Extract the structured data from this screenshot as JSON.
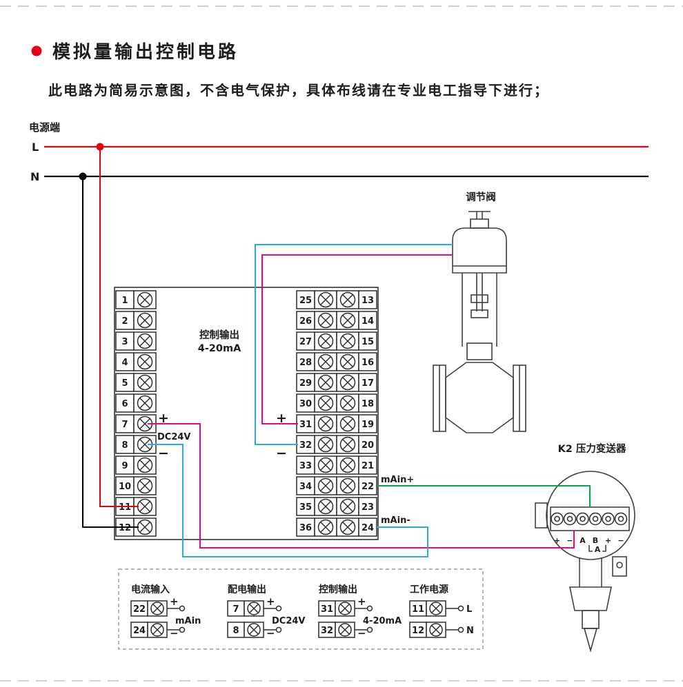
{
  "header": {
    "title": "模拟量输出控制电路",
    "subtitle": "此电路为简易示意图，不含电气保护，具体布线请在专业电工指导下进行；"
  },
  "power": {
    "section_label": "电源端",
    "live_label": "L",
    "neutral_label": "N"
  },
  "controller": {
    "left_terminals": [
      "1",
      "2",
      "3",
      "4",
      "5",
      "6",
      "7",
      "8",
      "9",
      "10",
      "11",
      "12"
    ],
    "middle_terminals": [
      "25",
      "26",
      "27",
      "28",
      "29",
      "30",
      "31",
      "32",
      "33",
      "34",
      "35",
      "36"
    ],
    "right_terminals": [
      "13",
      "14",
      "15",
      "16",
      "17",
      "18",
      "19",
      "20",
      "21",
      "22",
      "23",
      "24"
    ],
    "control_output_line1": "控制输出",
    "control_output_line2": "4-20mA",
    "dc_plus": "+",
    "dc_label": "DC24V",
    "dc_minus": "−",
    "out_plus": "+",
    "out_minus": "−",
    "main_in_plus": "mAin+",
    "main_in_minus": "mAin-"
  },
  "valve": {
    "label": "调节阀"
  },
  "transmitter": {
    "label": "K2 压力变送器",
    "terminal_labels": [
      "+",
      "−",
      "A",
      "B",
      "+",
      "−"
    ],
    "sub_label": "A"
  },
  "legend": {
    "groups": [
      {
        "title": "电流输入",
        "terminals": [
          "22",
          "24"
        ],
        "top_label": "+",
        "bottom_label": "−",
        "center_label": "mAin"
      },
      {
        "title": "配电输出",
        "terminals": [
          "7",
          "8"
        ],
        "top_label": "+",
        "bottom_label": "−",
        "center_label": "DC24V"
      },
      {
        "title": "控制输出",
        "terminals": [
          "31",
          "32"
        ],
        "top_label": "+",
        "bottom_label": "−",
        "center_label": "4-20mA"
      },
      {
        "title": "工作电源",
        "terminals": [
          "11",
          "12"
        ],
        "row_labels": [
          "L",
          "N"
        ]
      }
    ]
  },
  "colors": {
    "live": "#e60012",
    "neutral": "#000000",
    "signal_cyan": "#29abe2",
    "signal_magenta": "#e5097f",
    "signal_green": "#00a651"
  }
}
